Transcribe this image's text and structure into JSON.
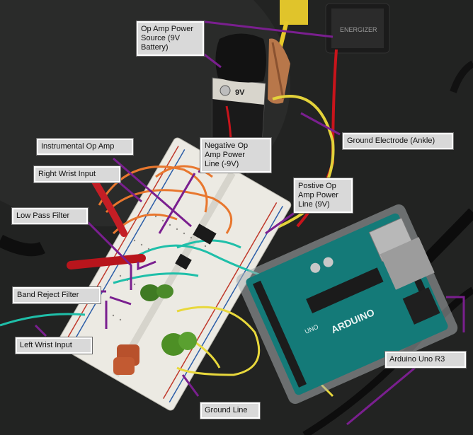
{
  "annotations": {
    "op_amp_power_source": "Op Amp Power\nSource (9V\nBattery)",
    "instrumental_op_amp": "Instrumental Op Amp",
    "negative_power_line": "Negative Op\nAmp Power\nLine (-9V)",
    "right_wrist_input": "Right Wrist Input",
    "low_pass_filter": "Low Pass Filter",
    "band_reject_filter": "Band Reject Filter",
    "left_wrist_input": "Left Wrist Input",
    "ground_electrode": "Ground Electrode (Ankle)",
    "positive_power_line": "Postive Op\nAmp Power\nLine (9V)",
    "arduino": "Arduino Uno R3",
    "ground_line": "Ground Line"
  },
  "board_print": {
    "battery_label": "9V",
    "arduino_logo": "ARDUINO",
    "uno_text": "UNO"
  },
  "colors": {
    "annotation_line": "#7a1f8f",
    "label_bg": "#d9d9d9",
    "arduino_pcb": "#147a78",
    "breadboard": "#eeeeea"
  }
}
